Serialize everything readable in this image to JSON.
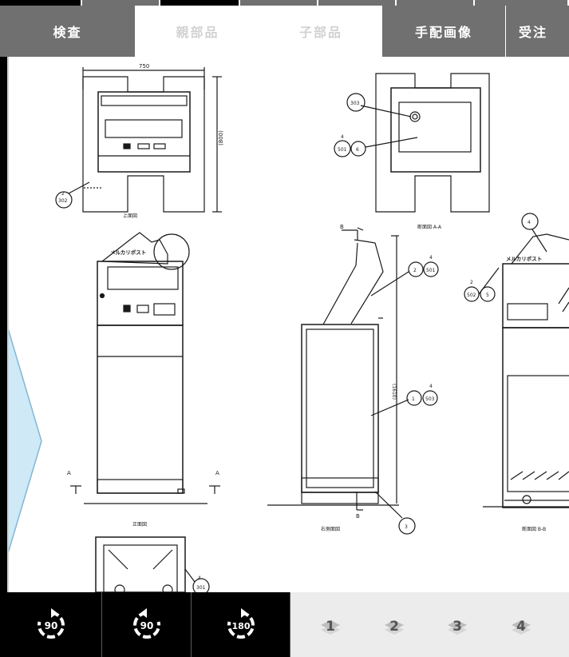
{
  "tabs": [
    {
      "label": "検査",
      "state": "active"
    },
    {
      "label": "親部品",
      "state": "disabled"
    },
    {
      "label": "子部品",
      "state": "disabled"
    },
    {
      "label": "手配画像",
      "state": "active"
    },
    {
      "label": "受注",
      "state": "active"
    }
  ],
  "drawing": {
    "dim_width": "750",
    "dim_depth": "(800)",
    "dim_height": "(1610)",
    "view_top": "上面図",
    "view_section_aa": "断面図 A-A",
    "view_front": "正面図",
    "view_right": "右側面図",
    "view_section_bb": "断面図 B-B",
    "brand_text": "メルカリポスト",
    "sect_a": "A",
    "sect_b": "B",
    "callouts": {
      "c302_top": "2",
      "c302": "302",
      "c303": "303",
      "c501_top": "4",
      "c501": "501",
      "c6": "6",
      "c4_right": "4",
      "c2": "2",
      "c501b_top": "4",
      "c501b": "501",
      "c502_top": "2",
      "c502": "502",
      "c5": "5",
      "c1": "1",
      "c503_top": "4",
      "c503": "503",
      "c3": "3",
      "c301_top": "4",
      "c301": "301"
    }
  },
  "rotate_buttons": [
    {
      "label": "90",
      "direction": "clockwise"
    },
    {
      "label": "90",
      "direction": "counterclockwise"
    },
    {
      "label": "180",
      "direction": "clockwise"
    }
  ],
  "pages": [
    "1",
    "2",
    "3",
    "4"
  ],
  "colors": {
    "tab_active_bg": "#707070",
    "tab_disabled_text": "#d2d2d2",
    "bottom_bar_bg": "#000000",
    "pages_bg": "#ececec",
    "page_icon": "#555555",
    "arrow_fill": "#cfe9f7",
    "arrow_stroke": "#7bb9dc"
  }
}
